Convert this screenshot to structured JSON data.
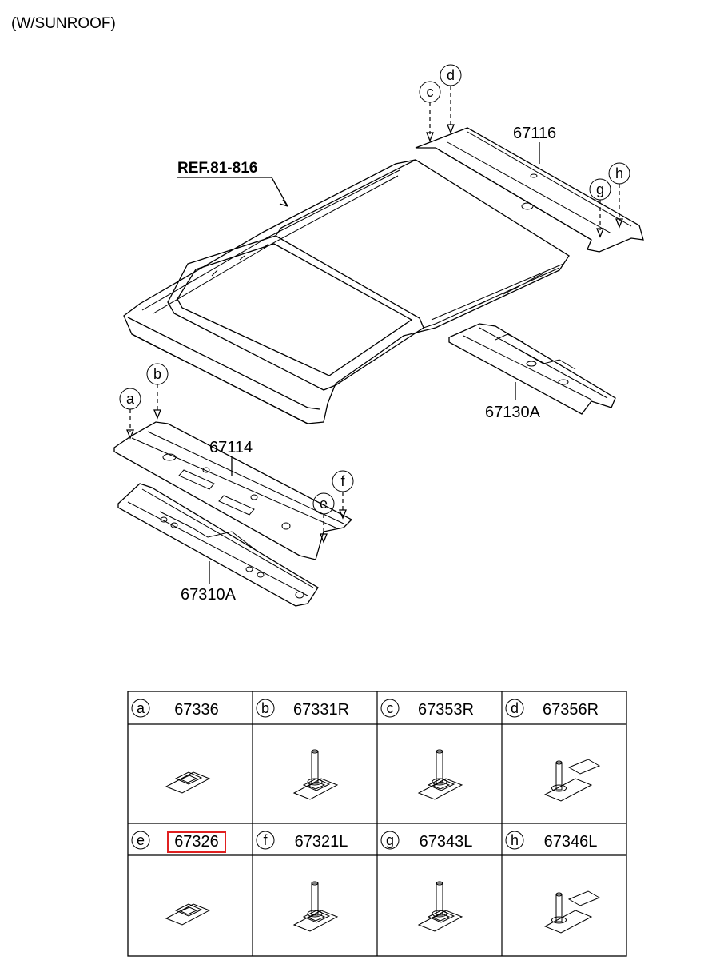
{
  "title": "(W/SUNROOF)",
  "diagram_labels": {
    "ref": "REF.81-816",
    "p67116": "67116",
    "p67130A": "67130A",
    "p67114": "67114",
    "p67310A": "67310A"
  },
  "callouts": [
    "a",
    "b",
    "c",
    "d",
    "e",
    "f",
    "g",
    "h"
  ],
  "parts_table": [
    {
      "letter": "a",
      "part": "67336",
      "highlighted": false
    },
    {
      "letter": "b",
      "part": "67331R",
      "highlighted": false
    },
    {
      "letter": "c",
      "part": "67353R",
      "highlighted": false
    },
    {
      "letter": "d",
      "part": "67356R",
      "highlighted": false
    },
    {
      "letter": "e",
      "part": "67326",
      "highlighted": true
    },
    {
      "letter": "f",
      "part": "67321L",
      "highlighted": false
    },
    {
      "letter": "g",
      "part": "67343L",
      "highlighted": false
    },
    {
      "letter": "h",
      "part": "67346L",
      "highlighted": false
    }
  ],
  "colors": {
    "highlight": "#e02020",
    "line": "#000000",
    "background": "#ffffff"
  }
}
